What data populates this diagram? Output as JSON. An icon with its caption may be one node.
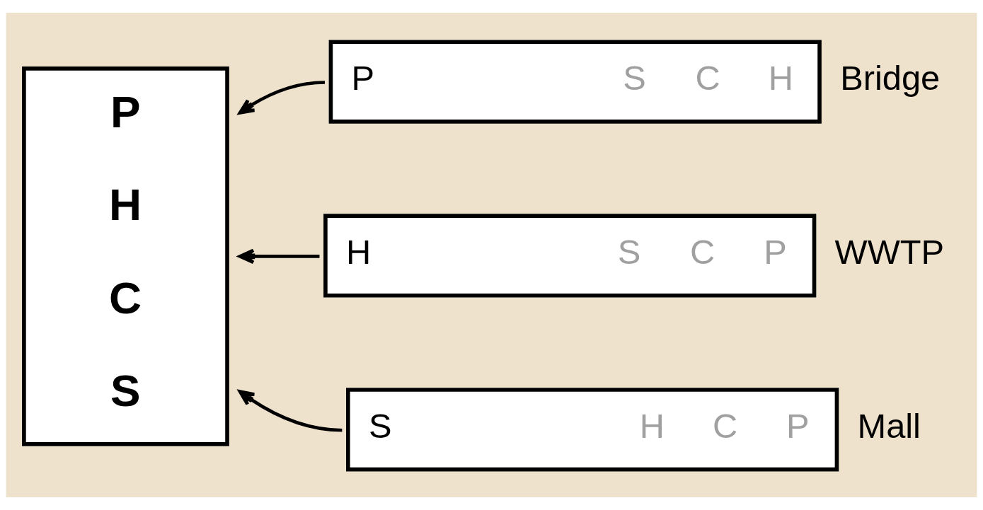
{
  "diagram": {
    "nodes": [
      {
        "text": [
          "P",
          "H",
          "C",
          "S"
        ]
      },
      {
        "text": [
          "P",
          "S",
          "C",
          "H"
        ],
        "beside": [
          "Bridge"
        ]
      },
      {
        "text": [
          "H",
          "S",
          "C",
          "P"
        ],
        "beside": [
          "WWTP"
        ]
      },
      {
        "text": [
          "S",
          "H",
          "C",
          "P"
        ],
        "beside": [
          "Mall"
        ]
      }
    ],
    "edges": [
      {
        "from": 1,
        "to": 0,
        "arrow": "to"
      },
      {
        "from": 2,
        "to": 0,
        "arrow": "to"
      },
      {
        "from": 3,
        "to": 0,
        "arrow": "to"
      }
    ]
  }
}
